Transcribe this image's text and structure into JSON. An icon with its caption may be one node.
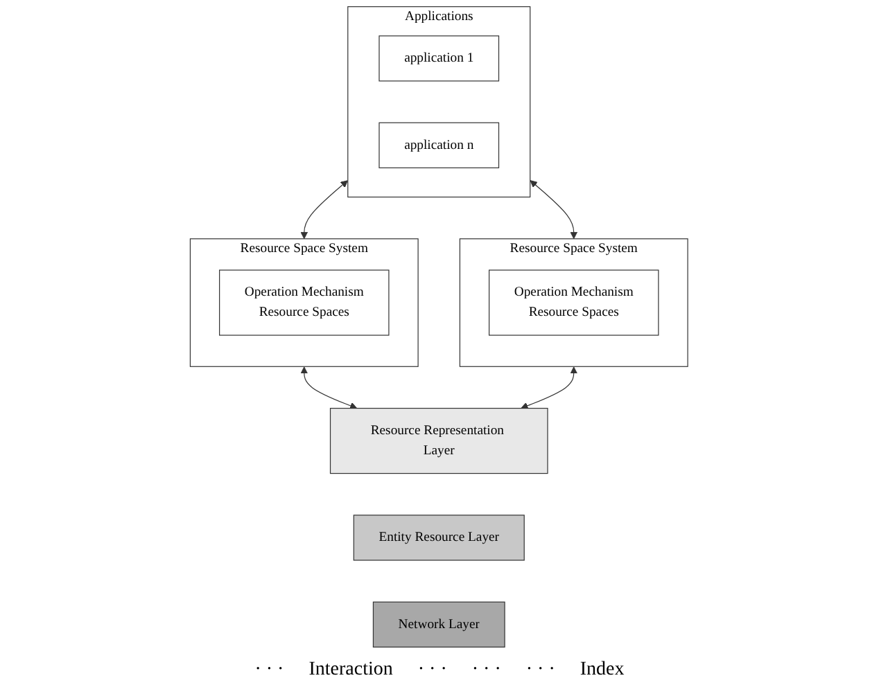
{
  "diagram": {
    "nodes": [
      {
        "text": [
          "Applications"
        ]
      },
      {
        "text": [
          "application 1"
        ],
        "in": 0
      },
      {
        "text": [
          "application n"
        ],
        "in": 0
      },
      {
        "text": [
          "Resource Space System"
        ]
      },
      {
        "text": [
          "Operation Mechanism",
          "Resource Spaces"
        ],
        "in": 3
      },
      {
        "text": [
          "Resource Space System"
        ]
      },
      {
        "text": [
          "Operation Mechanism",
          "Resource Spaces"
        ],
        "in": 5
      },
      {
        "text": [
          "Resource Representation Layer"
        ]
      },
      {
        "text": [
          "Entity Resource Layer"
        ]
      },
      {
        "text": [
          "Network Layer"
        ]
      }
    ],
    "edges": [
      {
        "from": 0,
        "to": 3,
        "arrow": "both"
      },
      {
        "from": 0,
        "to": 5,
        "arrow": "both"
      },
      {
        "from": 3,
        "to": 7,
        "arrow": "both"
      },
      {
        "from": 5,
        "to": 7,
        "arrow": "both"
      }
    ],
    "labels": [
      "· · ·",
      "Interaction",
      "· · ·",
      "· · ·",
      "· · ·",
      "Index"
    ]
  }
}
